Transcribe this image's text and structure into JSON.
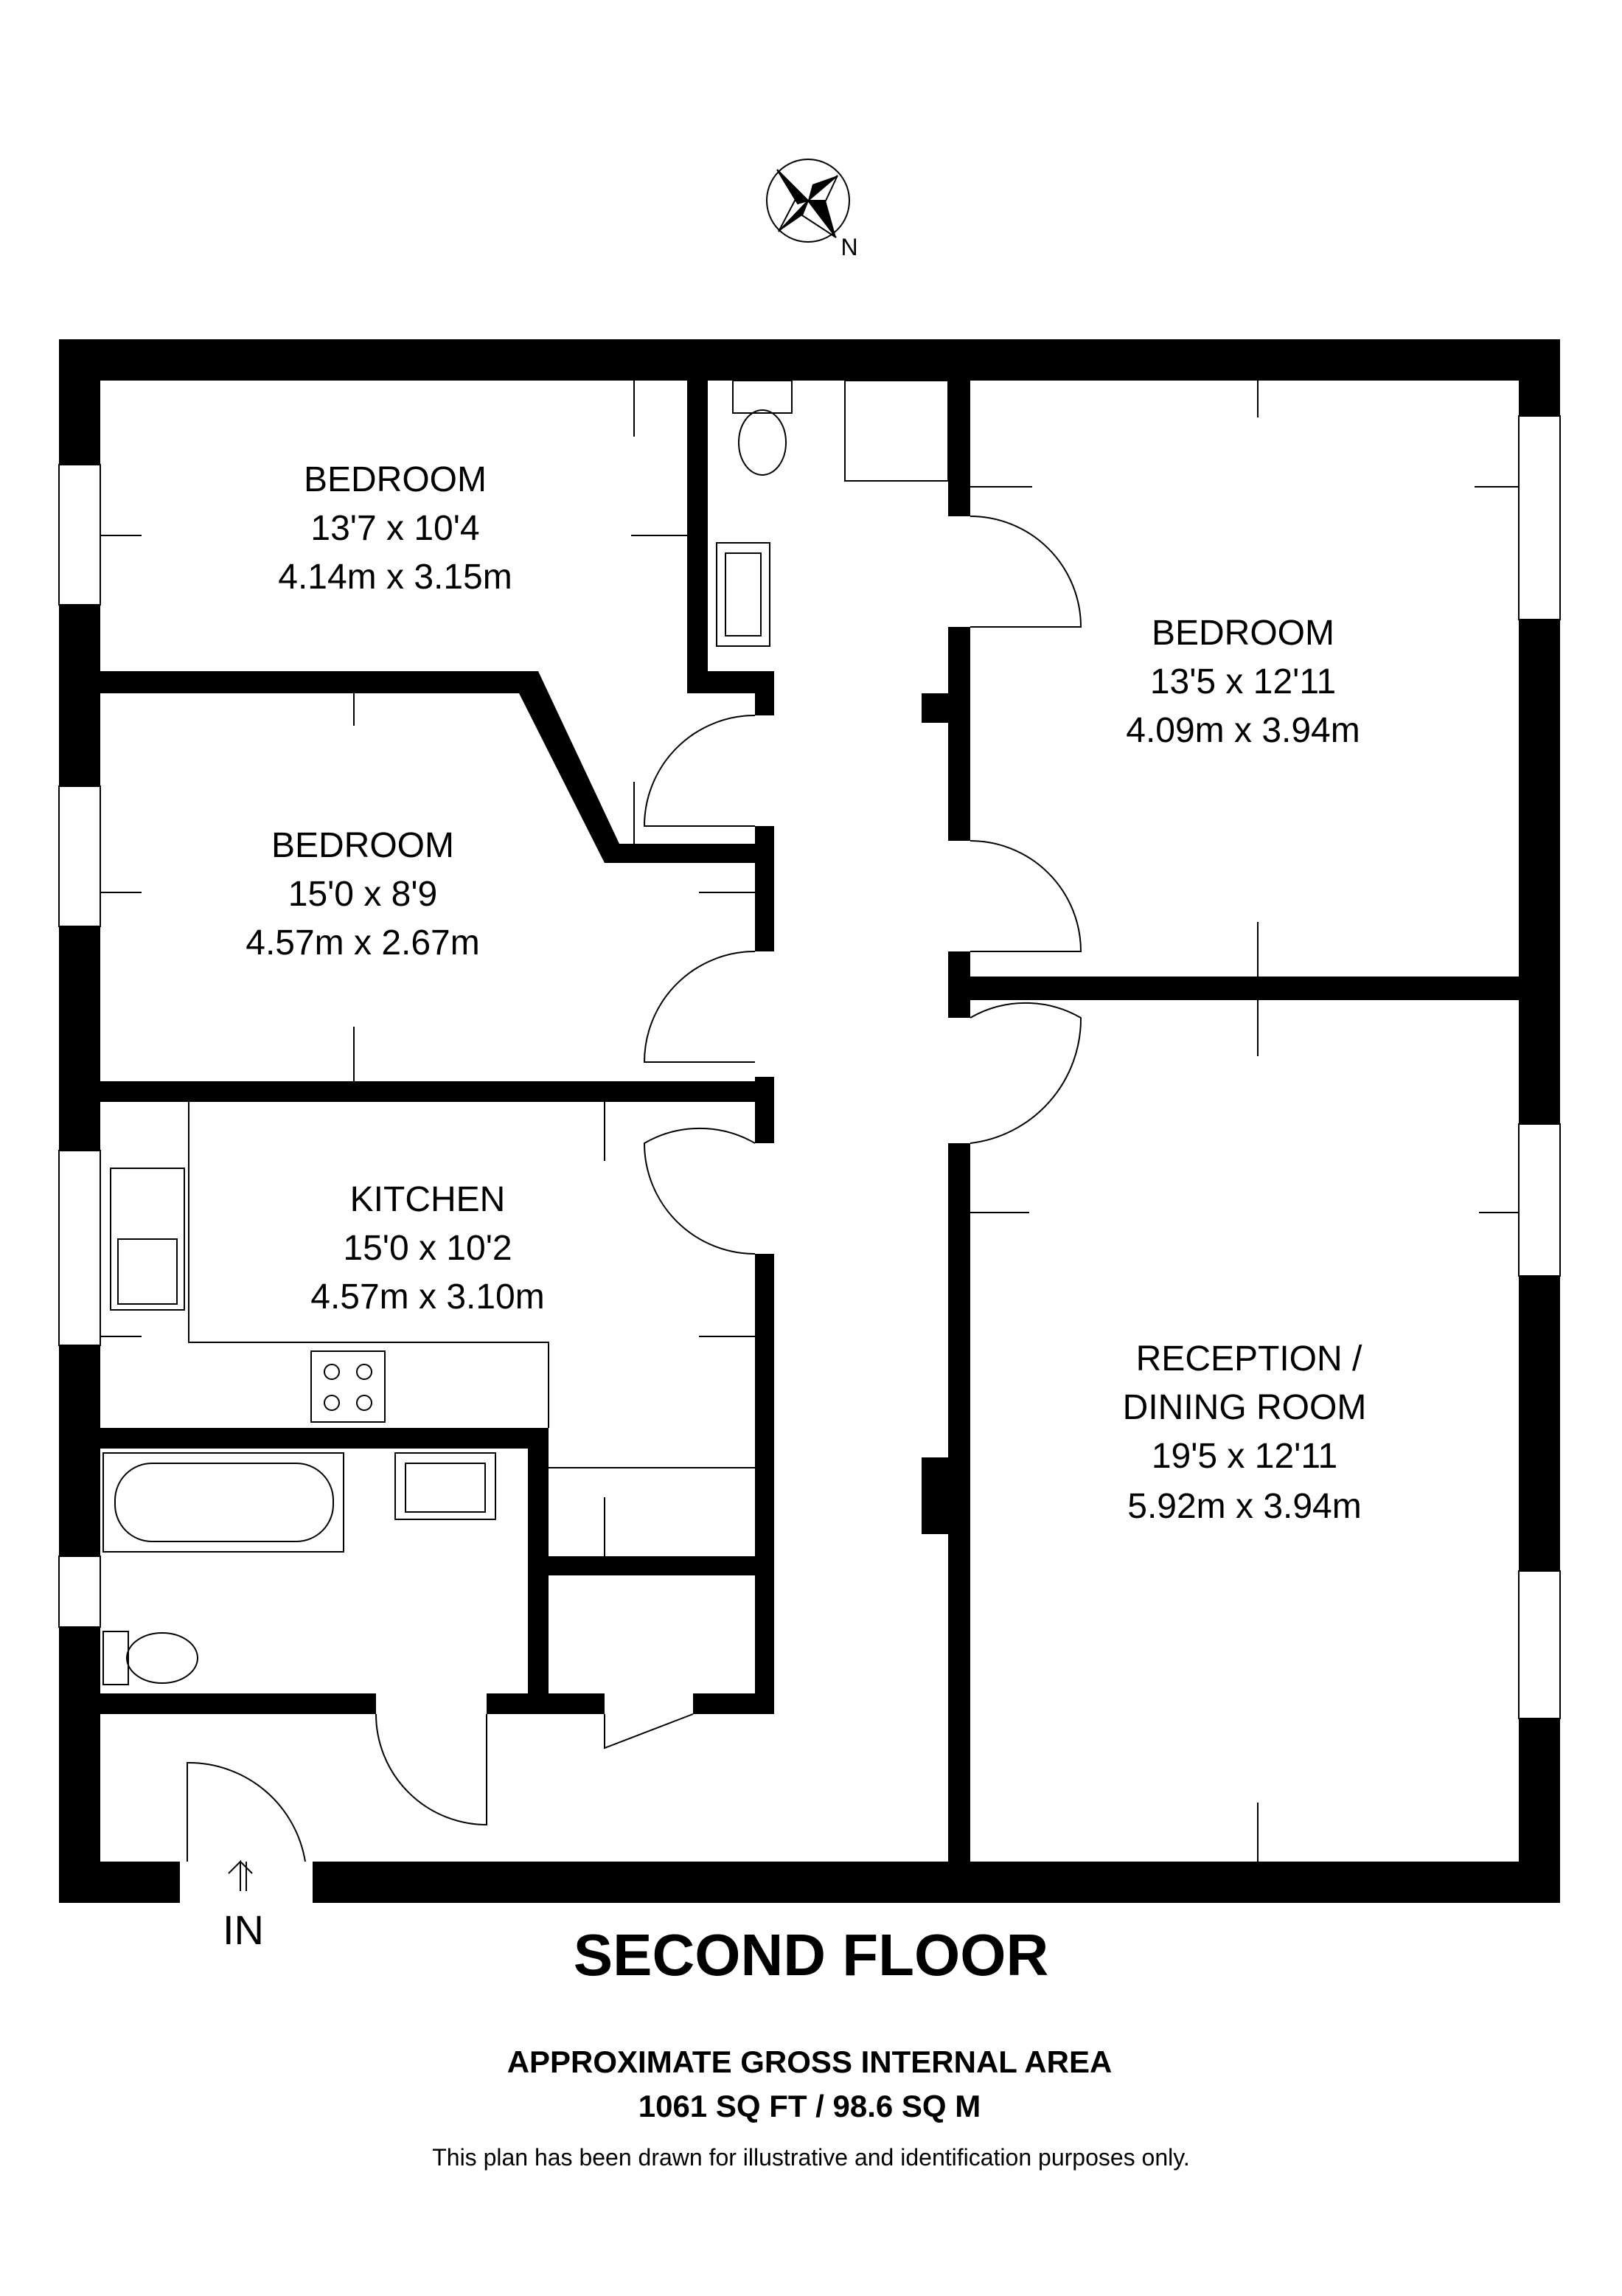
{
  "compass": {
    "label": "N"
  },
  "rooms": [
    {
      "name": "BEDROOM",
      "imperial": "13'7 x 10'4",
      "metric": "4.14m x 3.15m"
    },
    {
      "name": "BEDROOM",
      "imperial": "15'0 x 8'9",
      "metric": "4.57m x 2.67m"
    },
    {
      "name": "KITCHEN",
      "imperial": "15'0 x 10'2",
      "metric": "4.57m x 3.10m"
    },
    {
      "name": "BEDROOM",
      "imperial": "13'5 x 12'11",
      "metric": "4.09m x 3.94m"
    },
    {
      "name": "RECEPTION /",
      "name2": "DINING ROOM",
      "imperial": "19'5 x 12'11",
      "metric": "5.92m x 3.94m"
    }
  ],
  "entrance": {
    "label": "IN"
  },
  "floor_title": "SECOND FLOOR",
  "area": {
    "heading": "APPROXIMATE GROSS INTERNAL AREA",
    "value": "1061 SQ FT / 98.6 SQ M"
  },
  "disclaimer": "This plan has been drawn for illustrative and identification purposes only."
}
